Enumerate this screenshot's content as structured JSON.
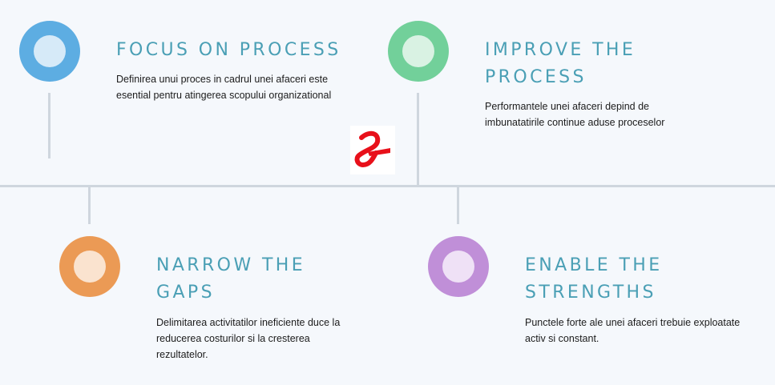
{
  "colors": {
    "background": "#f5f8fc",
    "line": "#cfd6de",
    "title": "#4a9fb5",
    "blue_outer": "#5dade2",
    "blue_inner": "#d6eaf8",
    "green_outer": "#72d09a",
    "green_inner": "#d9f2e3",
    "orange_outer": "#eb9a55",
    "orange_inner": "#fae3cf",
    "purple_outer": "#c08fd8",
    "purple_inner": "#efe1f6",
    "logo_red": "#e8101a"
  },
  "steps": [
    {
      "title": "FOCUS ON PROCESS",
      "description": "Definirea unui proces in cadrul unei afaceri este esential pentru atingerea scopului organizational",
      "color": "blue"
    },
    {
      "title": "IMPROVE THE PROCESS",
      "description": "Performantele unei afaceri depind de imbunatatirile continue aduse proceselor",
      "color": "green"
    },
    {
      "title": "NARROW THE GAPS",
      "description": "Delimitarea activitatilor ineficiente duce la reducerea costurilor si la cresterea rezultatelor.",
      "color": "orange"
    },
    {
      "title": "ENABLE THE STRENGTHS",
      "description": "Punctele forte ale unei afaceri trebuie exploatate activ si constant.",
      "color": "purple"
    }
  ],
  "logo": {
    "name": "red-ribbon-logo"
  }
}
